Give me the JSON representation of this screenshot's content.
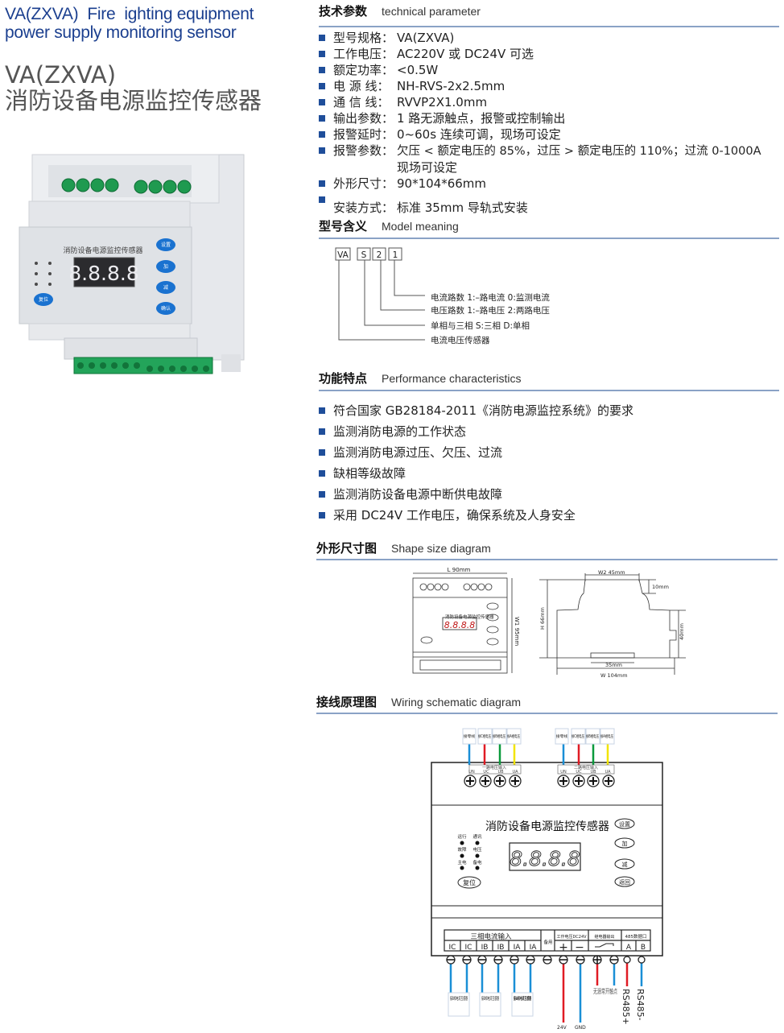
{
  "title": {
    "en_line1": "VA(ZXVA)  Fire  ighting equipment",
    "en_line2": "power supply monitoring sensor",
    "model": "VA(ZXVA)",
    "cn": "消防设备电源监控传感器"
  },
  "sections": {
    "tech": {
      "cn": "技术参数",
      "en": "technical parameter"
    },
    "model": {
      "cn": "型号含义",
      "en": "Model meaning"
    },
    "features": {
      "cn": "功能特点",
      "en": "Performance characteristics"
    },
    "shape": {
      "cn": "外形尺寸图",
      "en": "Shape size diagram"
    },
    "wiring": {
      "cn": "接线原理图",
      "en": "Wiring schematic diagram"
    }
  },
  "tech_params": [
    {
      "label": "型号规格：",
      "value": "VA(ZXVA)"
    },
    {
      "label": "工作电压：",
      "value": "AC220V 或 DC24V 可选"
    },
    {
      "label": "额定功率：",
      "value": "<0.5W"
    },
    {
      "label": "电 源 线：",
      "value": "NH-RVS-2x2.5mm"
    },
    {
      "label": "通 信 线：",
      "value": "RVVP2X1.0mm"
    },
    {
      "label": "输出参数：",
      "value": "1 路无源触点，报警或控制输出"
    },
    {
      "label": "报警延时：",
      "value": "0~60s 连续可调，现场可设定"
    },
    {
      "label": "报警参数：",
      "value": "欠压 < 额定电压的 85%，过压 > 额定电压的 110%；过流 0-1000A",
      "value_cont": "现场可设定"
    },
    {
      "label": "外形尺寸：",
      "value": "90*104*66mm"
    },
    {
      "label": "安装方式：",
      "value": "标准 35mm 导轨式安装"
    }
  ],
  "model_meaning": {
    "codes": [
      "VA",
      "S",
      "2",
      "1"
    ],
    "explanations": [
      "电流路数  1:–路电流  0:监测电流",
      "电压路数  1:–路电压  2:两路电压",
      "单相与三相  S:三相  D:单相",
      "电流电压传感器"
    ]
  },
  "features": [
    "符合国家 GB28184-2011《消防电源监控系统》的要求",
    "监测消防电源的工作状态",
    "监测消防电源过压、欠压、过流",
    "缺相等级故障",
    "监测消防设备电源中断供电故障",
    "采用 DC24V 工作电压，确保系统及人身安全"
  ],
  "device": {
    "panel_title": "消防设备电源监控传感器",
    "indicators": [
      "运行",
      "通讯",
      "故障",
      "电压",
      "主电",
      "备电"
    ],
    "display": "8.8.8.8",
    "buttons": [
      "设置",
      "加",
      "减",
      "返回"
    ],
    "photo_buttons": [
      "设置",
      "加",
      "减",
      "确认"
    ],
    "reset": "复位"
  },
  "dimensions": {
    "L": "L  90mm",
    "W1": "W1  95mm",
    "W2": "W2  45mm",
    "H": "H  66mm",
    "top_step": "10mm",
    "side": "40mm",
    "rail": "35mm",
    "W": "W   104mm"
  },
  "wiring": {
    "top_labels": [
      "接零线",
      "接C相电压",
      "接B相电压",
      "接A相电压"
    ],
    "top_blocks": [
      "一路电压输入",
      "二路电压输入"
    ],
    "voltage_terminals": [
      "UN",
      "UC",
      "UB",
      "UA"
    ],
    "bottom_headers": [
      "三相电流输入",
      "备用",
      "工作电压DC24V",
      "继电器输出",
      "485数据口"
    ],
    "current_terminals": [
      "IC",
      "IC",
      "IB",
      "IB",
      "IA",
      "IA"
    ],
    "power_terminals": [
      "+",
      "−"
    ],
    "rs485_terminals": [
      "A",
      "B"
    ],
    "ct_labels": [
      "接B相电流互感器",
      "接B相电流互感器",
      "接A相电流互感器"
    ],
    "power_labels": [
      "24V",
      "GND"
    ],
    "relay_label": "无源常开触点",
    "rs485_labels": [
      "RS485+",
      "RS485-"
    ],
    "wire_colors": {
      "n": "#1a8fd6",
      "c": "#e01b24",
      "b": "#0a9a3c",
      "a": "#f2e400"
    }
  }
}
